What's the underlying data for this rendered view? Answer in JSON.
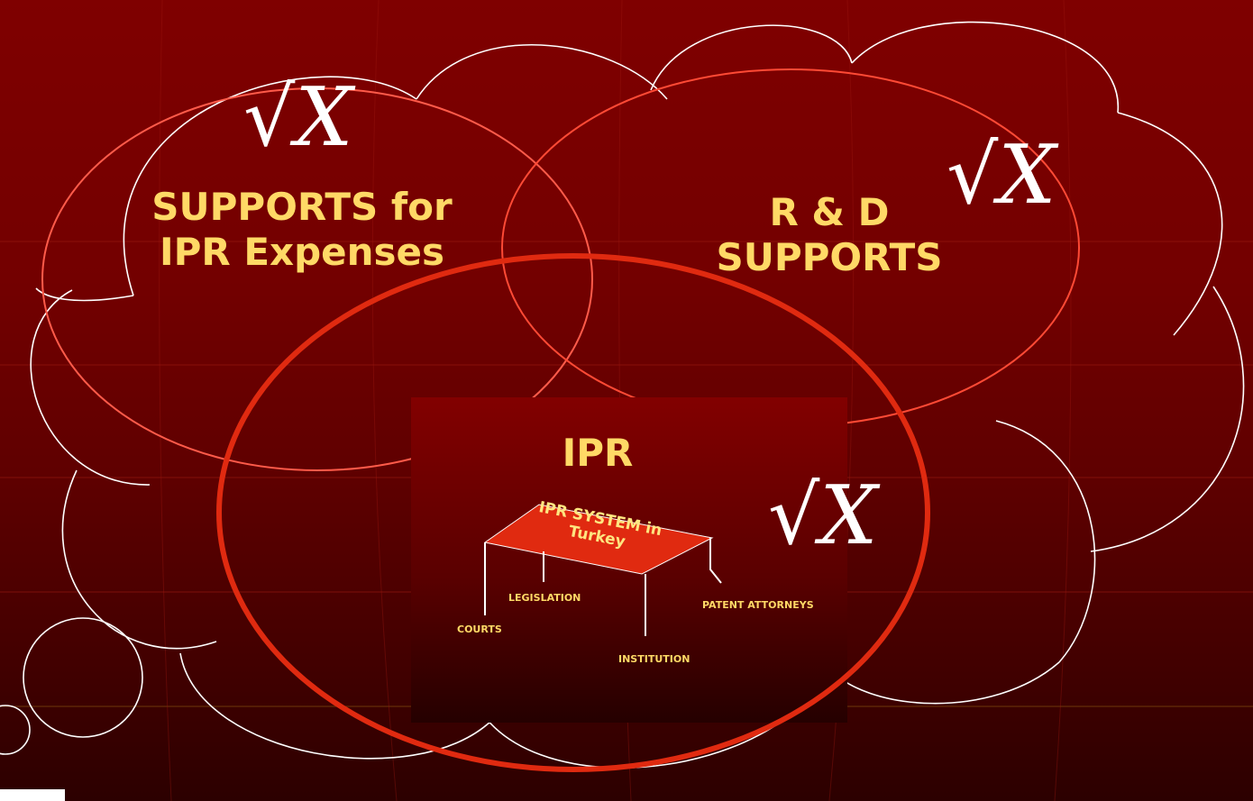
{
  "circles": {
    "ipr_expenses": "SUPPORTS for IPR Expenses",
    "rd": "R & D SUPPORTS",
    "ipr": "IPR"
  },
  "table": {
    "top_label": "IPR SYSTEM in Turkey",
    "legs": [
      "LEGISLATION",
      "COURTS",
      "INSTITUTION",
      "PATENT ATTORNEYS"
    ]
  },
  "check_mark": "√X",
  "colors": {
    "label": "#ffd966",
    "circle_outline": "#e02a10",
    "table_top": "#e02a10",
    "cloud_outline": "#ffffff"
  }
}
